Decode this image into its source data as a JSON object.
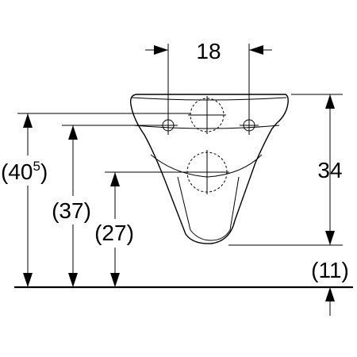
{
  "dimensions": {
    "hole_spacing": "18",
    "bowl_height": "34",
    "total_height_main": "(40",
    "total_height_sup": "5",
    "total_height_close": ")",
    "upper_hole_height": "(37)",
    "lower_hole_height": "(27)",
    "bottom_offset": "(11)"
  }
}
